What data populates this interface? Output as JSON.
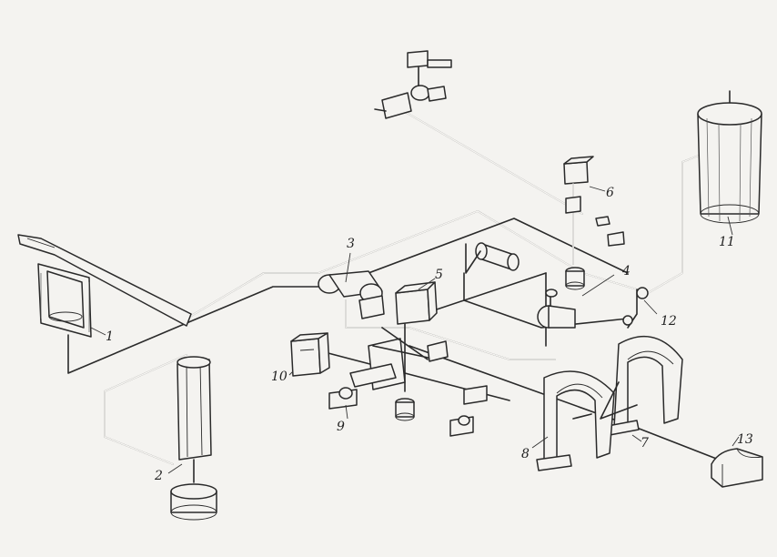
{
  "diagram": {
    "labels": [
      {
        "id": "1",
        "text": "1"
      },
      {
        "id": "2",
        "text": "2"
      },
      {
        "id": "3",
        "text": "3"
      },
      {
        "id": "4",
        "text": "4"
      },
      {
        "id": "5",
        "text": "5"
      },
      {
        "id": "6",
        "text": "6"
      },
      {
        "id": "7",
        "text": "7"
      },
      {
        "id": "8",
        "text": "8"
      },
      {
        "id": "9",
        "text": "9"
      },
      {
        "id": "10",
        "text": "10"
      },
      {
        "id": "11",
        "text": "11"
      },
      {
        "id": "12",
        "text": "12"
      },
      {
        "id": "13",
        "text": "13"
      }
    ],
    "colors": {
      "ink": "#2a2a2a",
      "paper": "#f4f3f0"
    }
  }
}
